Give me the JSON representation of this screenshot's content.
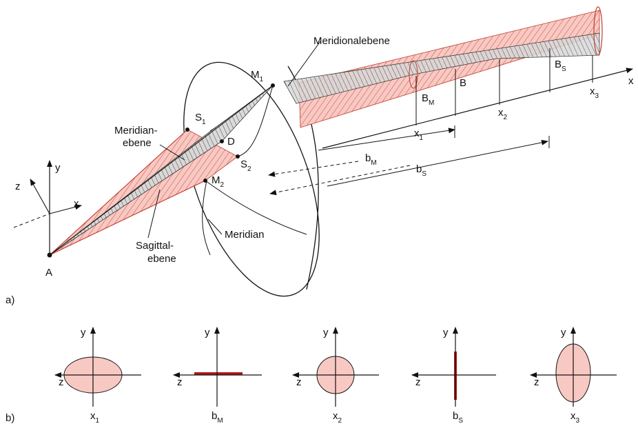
{
  "colors": {
    "fill_pink": "#f8c9c3",
    "accent_red": "#b01818",
    "gray": "#9a9a9a",
    "dark": "#1a1a1a"
  },
  "part_a": {
    "label": "a)",
    "labels": {
      "meridionalebene": "Meridionalebene",
      "meridian_ebene_1": "Meridian-",
      "meridian_ebene_2": "ebene",
      "sagittal_1": "Sagittal-",
      "sagittal_2": "ebene",
      "meridian": "Meridian",
      "point_a": "A",
      "point_d": "D",
      "point_b": "B",
      "m1": {
        "main": "M",
        "sub": "1"
      },
      "m2": {
        "main": "M",
        "sub": "2"
      },
      "s1": {
        "main": "S",
        "sub": "1"
      },
      "s2": {
        "main": "S",
        "sub": "2"
      },
      "bm_upper": {
        "main": "B",
        "sub": "M"
      },
      "bs_upper": {
        "main": "B",
        "sub": "S"
      },
      "x1": {
        "main": "x",
        "sub": "1"
      },
      "x2": {
        "main": "x",
        "sub": "2"
      },
      "x3": {
        "main": "x",
        "sub": "3"
      },
      "bm_dim": {
        "main": "b",
        "sub": "M"
      },
      "bs_dim": {
        "main": "b",
        "sub": "S"
      },
      "axis_x_right": "x",
      "axis_y": "y",
      "axis_z": "z",
      "axis_x": "x"
    }
  },
  "part_b": {
    "label": "b)",
    "cross_sections": [
      {
        "shape": "ellipse-horizontal",
        "label": {
          "main": "x",
          "sub": "1"
        }
      },
      {
        "shape": "line-horizontal",
        "label": {
          "main": "b",
          "sub": "M"
        }
      },
      {
        "shape": "circle",
        "label": {
          "main": "x",
          "sub": "2"
        }
      },
      {
        "shape": "line-vertical",
        "label": {
          "main": "b",
          "sub": "S"
        }
      },
      {
        "shape": "ellipse-vertical",
        "label": {
          "main": "x",
          "sub": "3"
        }
      }
    ],
    "axis_y": "y",
    "axis_z": "z"
  }
}
